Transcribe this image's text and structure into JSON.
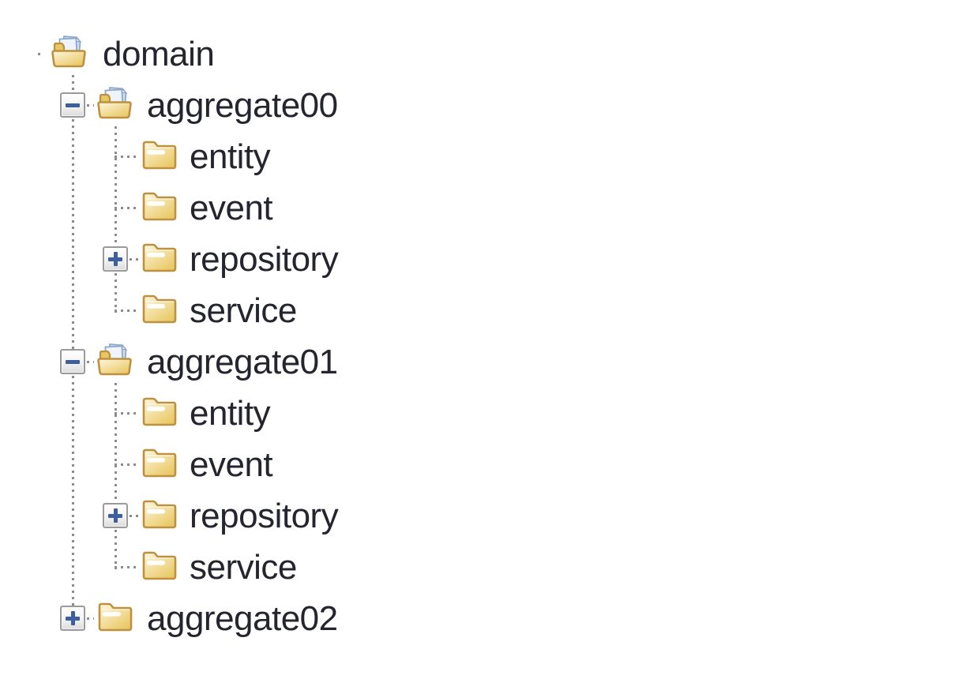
{
  "tree": {
    "rows": [
      {
        "label": "domain",
        "level": 0,
        "icon": "folder-open",
        "expander": "none"
      },
      {
        "label": "aggregate00",
        "level": 1,
        "icon": "folder-open",
        "expander": "minus"
      },
      {
        "label": "entity",
        "level": 2,
        "icon": "folder-closed",
        "expander": "none"
      },
      {
        "label": "event",
        "level": 2,
        "icon": "folder-closed",
        "expander": "none"
      },
      {
        "label": "repository",
        "level": 2,
        "icon": "folder-closed",
        "expander": "plus"
      },
      {
        "label": "service",
        "level": 2,
        "icon": "folder-closed",
        "expander": "none"
      },
      {
        "label": "aggregate01",
        "level": 1,
        "icon": "folder-open",
        "expander": "minus"
      },
      {
        "label": "entity",
        "level": 2,
        "icon": "folder-closed",
        "expander": "none"
      },
      {
        "label": "event",
        "level": 2,
        "icon": "folder-closed",
        "expander": "none"
      },
      {
        "label": "repository",
        "level": 2,
        "icon": "folder-closed",
        "expander": "plus"
      },
      {
        "label": "service",
        "level": 2,
        "icon": "folder-closed",
        "expander": "none"
      },
      {
        "label": "aggregate02",
        "level": 1,
        "icon": "folder-closed",
        "expander": "plus"
      }
    ],
    "colors": {
      "background": "#ffffff",
      "text": "#24252f",
      "connector": "#8c8c8c",
      "expander_border": "#9a9a9a",
      "expander_symbol": "#3d5f9e",
      "folder_border": "#bd9140",
      "folder_light": "#fdf8e1",
      "folder_mid": "#f3dfa0",
      "folder_dark": "#e9c763",
      "folder_slot": "#ffffff",
      "paper_fill": "#eef4fb",
      "paper_back_fill": "#cfdef0",
      "paper_border": "#8fa8c8"
    }
  }
}
